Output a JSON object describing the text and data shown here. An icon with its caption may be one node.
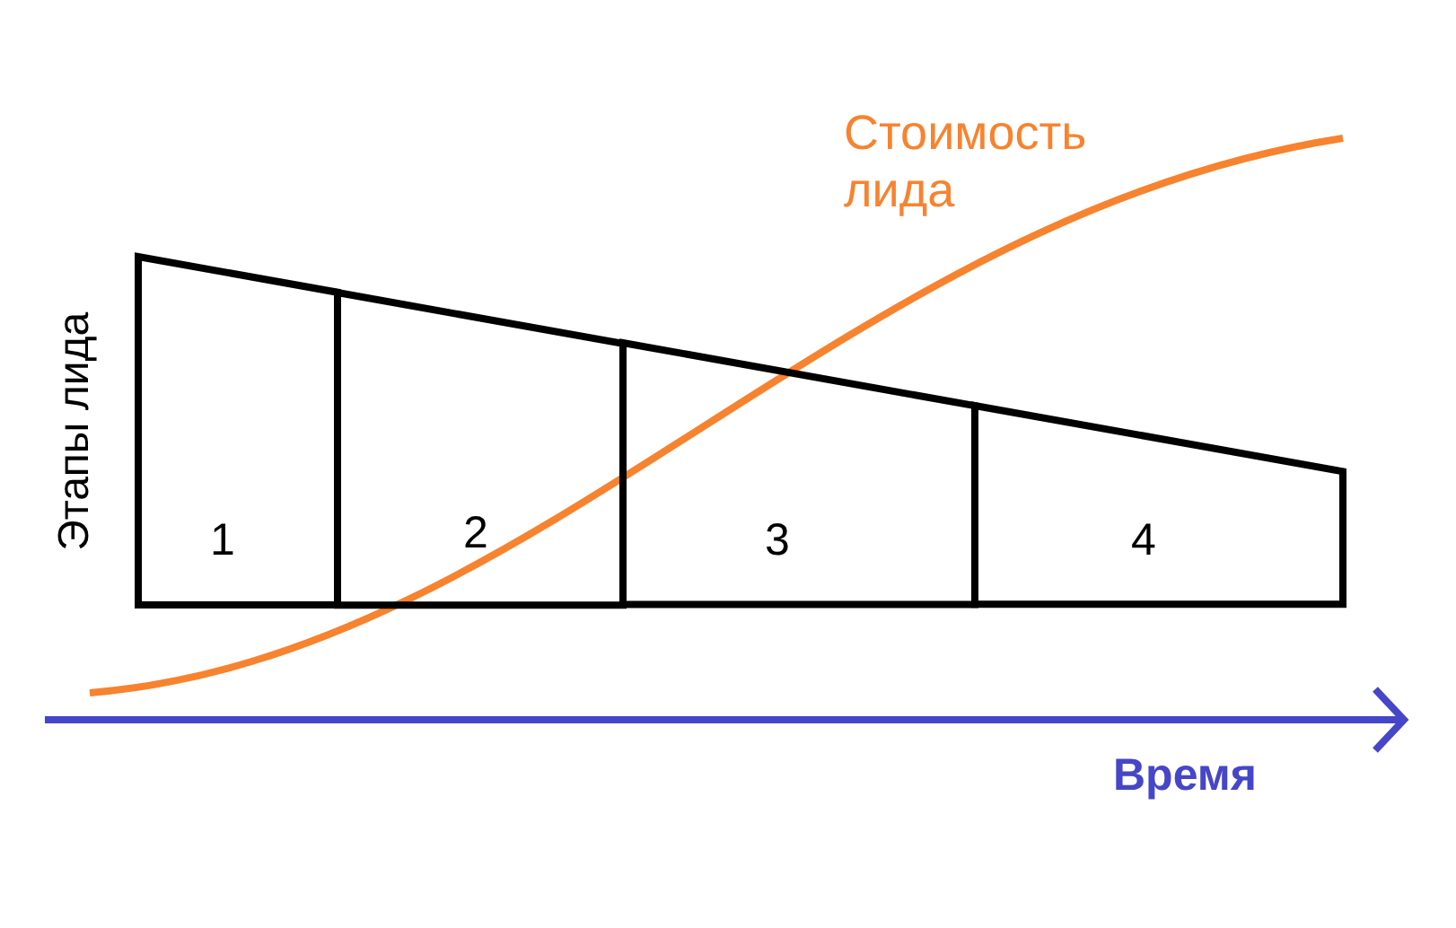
{
  "diagram": {
    "nodes": [
      {
        "text": [
          "1"
        ]
      },
      {
        "text": [
          "2"
        ]
      },
      {
        "text": [
          "3"
        ]
      },
      {
        "text": [
          "4"
        ]
      }
    ],
    "labels": [
      "Стоимость лида",
      "Этапы лида",
      "Время"
    ]
  }
}
